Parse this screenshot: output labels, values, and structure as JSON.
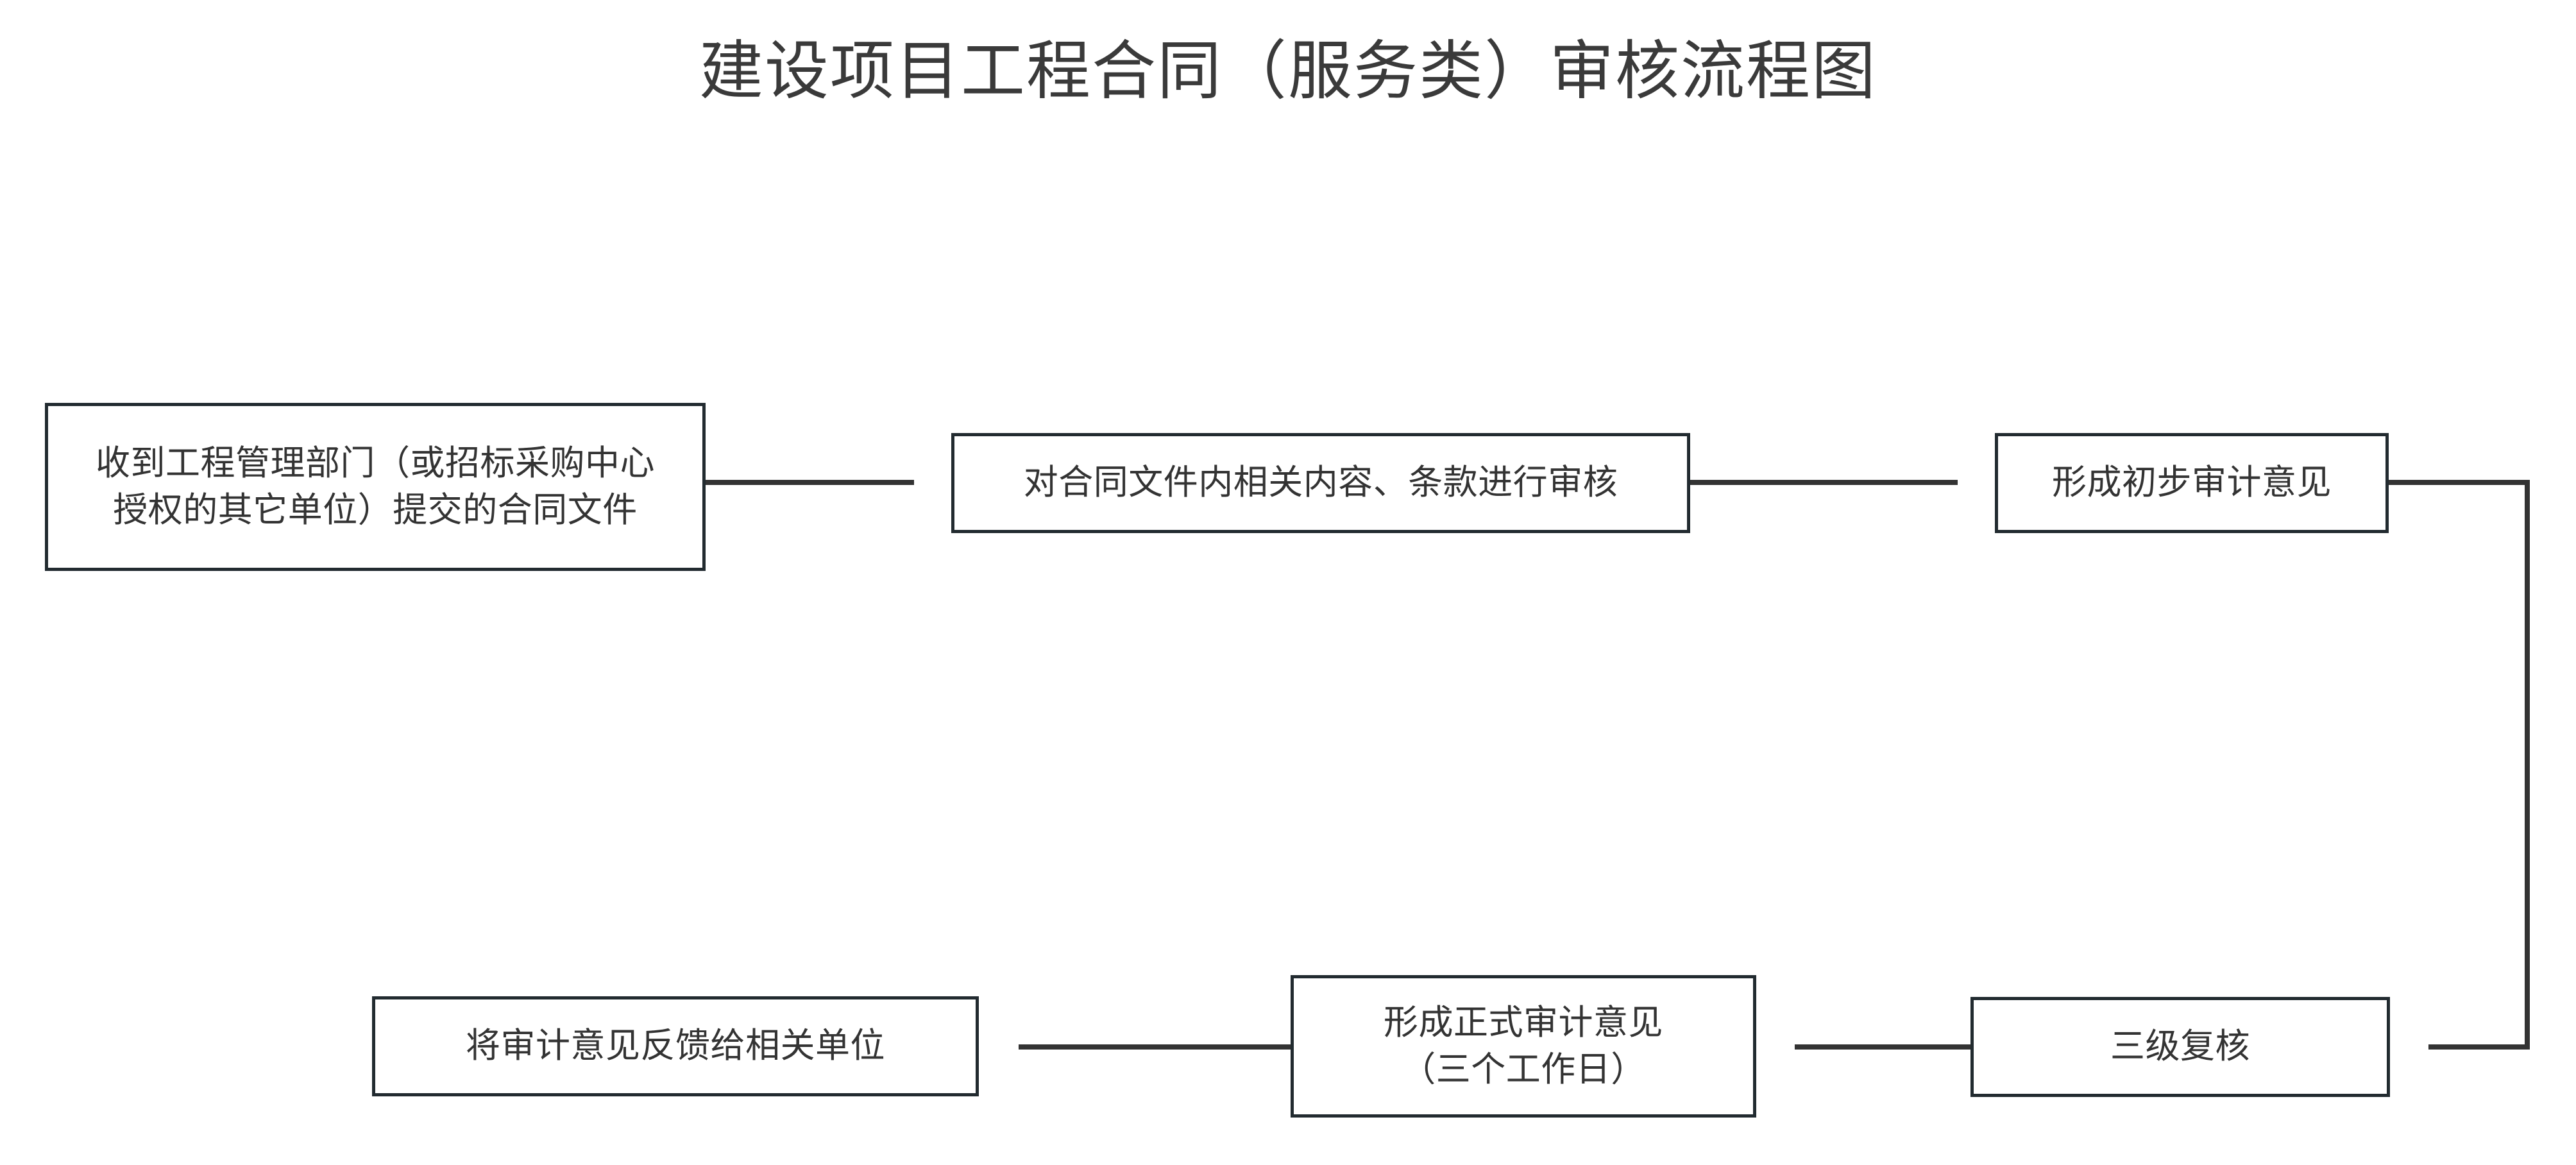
{
  "page": {
    "title": "建设项目工程合同（服务类）审核流程图",
    "background_color": "#ffffff",
    "line_color": "#222b30",
    "text_color": "#333333",
    "title_color": "#3a3a3a"
  },
  "diagram": {
    "type": "flowchart",
    "orientation": "serpentine-left-to-right-then-right-to-left",
    "nodes": [
      {
        "id": "receive",
        "label": "收到工程管理部门（或招标采购中心\n授权的其它单位）提交的合同文件",
        "shape": "rectangle",
        "row": 1,
        "order": 1
      },
      {
        "id": "review",
        "label": "对合同文件内相关内容、条款进行审核",
        "shape": "rectangle",
        "row": 1,
        "order": 2
      },
      {
        "id": "prelim",
        "label": "形成初步审计意见",
        "shape": "rectangle",
        "row": 1,
        "order": 3
      },
      {
        "id": "tri",
        "label": "三级复核",
        "shape": "rectangle",
        "row": 2,
        "order": 4
      },
      {
        "id": "formal",
        "label": "形成正式审计意见\n（三个工作日）",
        "shape": "rectangle",
        "row": 2,
        "order": 5
      },
      {
        "id": "feedback",
        "label": "将审计意见反馈给相关单位",
        "shape": "rectangle",
        "row": 2,
        "order": 6
      }
    ],
    "edges": [
      {
        "id": "e1",
        "from": "receive",
        "to": "review",
        "style": "straight-horizontal",
        "direction": "right"
      },
      {
        "id": "e2",
        "from": "review",
        "to": "prelim",
        "style": "straight-horizontal",
        "direction": "right"
      },
      {
        "id": "e3",
        "from": "prelim",
        "to": "tri",
        "style": "orthogonal-right-down-left",
        "direction": "left"
      },
      {
        "id": "e4",
        "from": "tri",
        "to": "formal",
        "style": "straight-horizontal",
        "direction": "left"
      },
      {
        "id": "e5",
        "from": "formal",
        "to": "feedback",
        "style": "straight-horizontal",
        "direction": "left"
      }
    ]
  }
}
